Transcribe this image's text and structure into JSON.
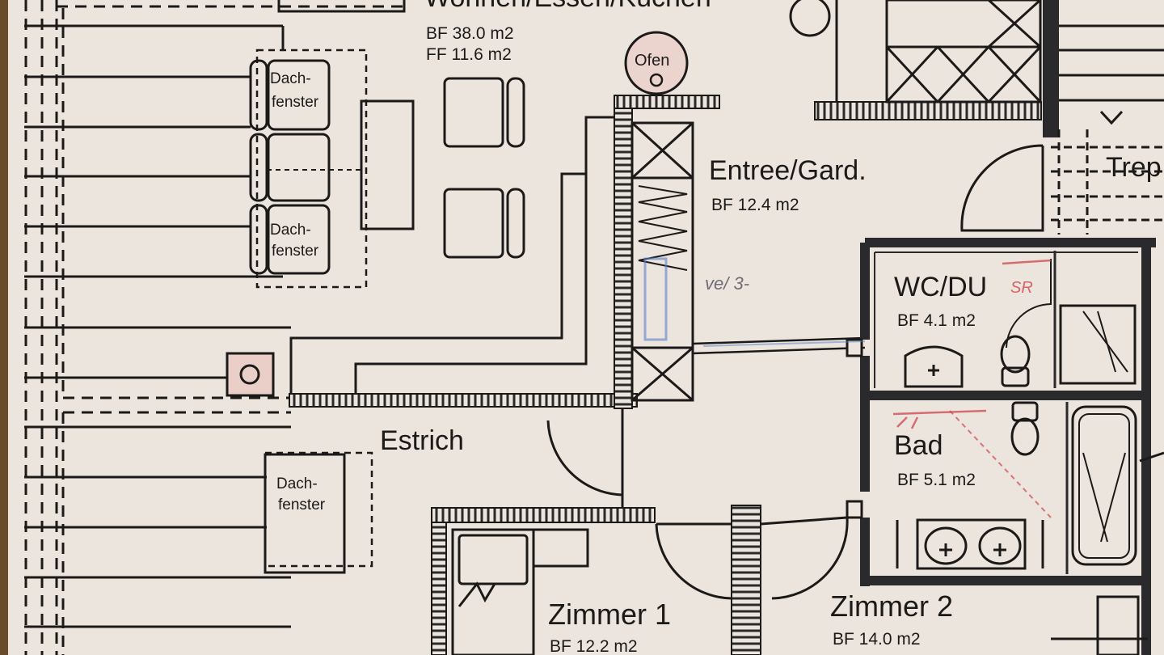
{
  "colors": {
    "paper": "#ebe5de",
    "ink": "#1c1a18",
    "wall": "#2a2a2c",
    "pen_red": "#d0434a",
    "pen_blue": "#5a7ec8",
    "table": "#6b4a2c"
  },
  "rooms": {
    "wohnen": {
      "name": "Wohnen/Essen/Küchen",
      "bf": "BF 38.0 m2",
      "ff": "FF 11.6 m2"
    },
    "ofen": "Ofen",
    "entree": {
      "name": "Entree/Gard.",
      "bf": "BF 12.4 m2"
    },
    "wc": {
      "name": "WC/DU",
      "bf": "BF 4.1 m2"
    },
    "bad": {
      "name": "Bad",
      "bf": "BF 5.1 m2"
    },
    "estrich": "Estrich",
    "treppe": "Trep",
    "zimmer1": {
      "name": "Zimmer 1",
      "bf": "BF 12.2 m2"
    },
    "zimmer2": {
      "name": "Zimmer 2",
      "bf": "BF 14.0 m2"
    }
  },
  "skylights": {
    "label1": "Dach-",
    "label2": "fenster"
  },
  "annotations": {
    "pen_note": "ve/ 3-",
    "red_mark_wc": "SR"
  }
}
